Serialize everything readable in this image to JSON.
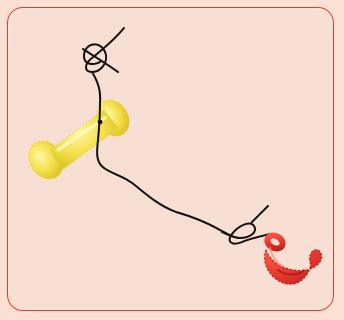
{
  "scene": {
    "background_color": "#fbe0d3",
    "frame_border_color": "#e23d2a",
    "rope_color": "#111111",
    "bone_color": "#f4e04a",
    "hook_color": "#e0322a",
    "objects": [
      {
        "kind": "knot",
        "icon": "knot-icon"
      },
      {
        "kind": "bone",
        "icon": "bone-icon"
      },
      {
        "kind": "rope",
        "icon": "rope-icon"
      },
      {
        "kind": "knot",
        "icon": "knot-icon"
      },
      {
        "kind": "hook",
        "icon": "hook-icon"
      }
    ]
  }
}
